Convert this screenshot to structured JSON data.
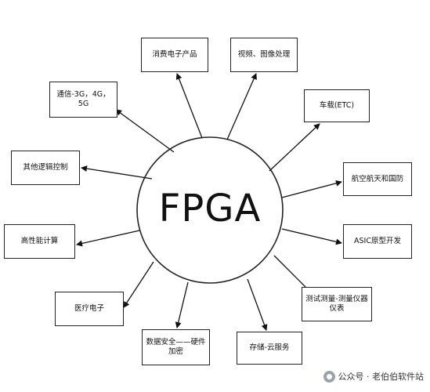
{
  "center": {
    "label": "FPGA"
  },
  "nodes": [
    {
      "id": "consumer",
      "label": "消费电子产品"
    },
    {
      "id": "video",
      "label": "视频、图像处理"
    },
    {
      "id": "telecom",
      "label": "通信-3G，4G，5G"
    },
    {
      "id": "vehicle",
      "label": "车载(ETC)"
    },
    {
      "id": "logic",
      "label": "其他逻辑控制"
    },
    {
      "id": "aerospace",
      "label": "航空航天和国防"
    },
    {
      "id": "hpc",
      "label": "高性能计算"
    },
    {
      "id": "asic",
      "label": "ASIC原型开发"
    },
    {
      "id": "medical",
      "label": "医疗电子"
    },
    {
      "id": "test",
      "label": "测试测量-测量仪器仪表"
    },
    {
      "id": "security",
      "label": "数据安全——硬件加密"
    },
    {
      "id": "storage",
      "label": "存储-云服务"
    }
  ],
  "watermark": {
    "text": "公众号 · 老伯伯软件站",
    "icon": "wechat-icon"
  }
}
